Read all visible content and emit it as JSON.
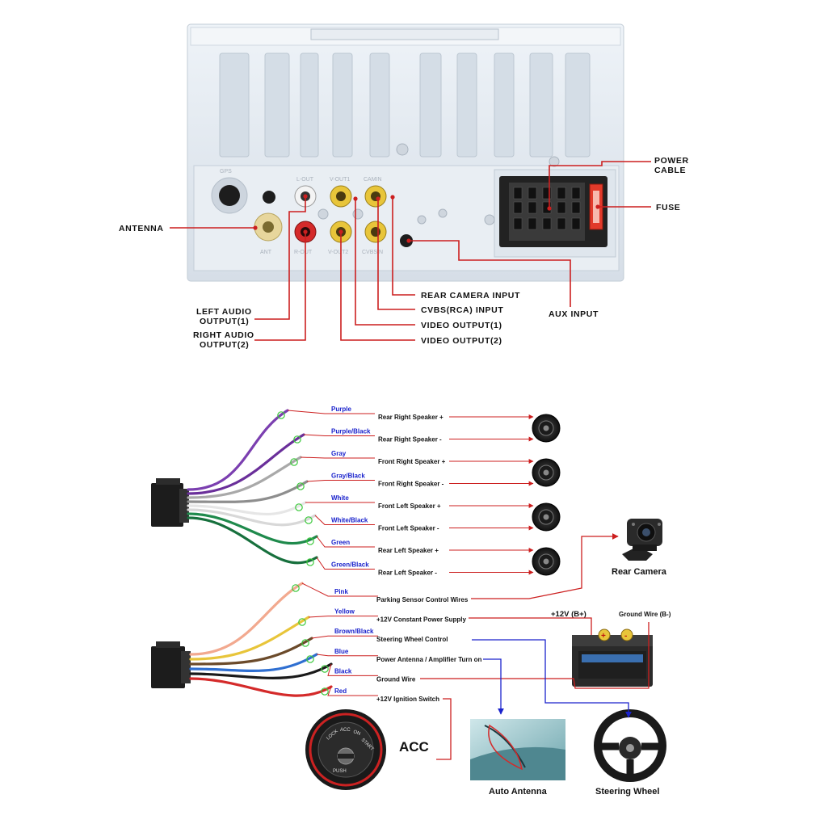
{
  "unit": {
    "ports": {
      "gps": "GPS",
      "ant": "ANT",
      "l_out": "L-OUT",
      "r_out": "R-OUT",
      "v_out1": "V-OUT1",
      "v_out2": "V-OUT2",
      "cam_in": "CAMIN",
      "cvbs_in": "CVBSIN"
    },
    "callouts": {
      "power_cable": [
        "POWER",
        "CABLE"
      ],
      "fuse": "FUSE",
      "antenna": "ANTENNA",
      "rear_camera_input": "REAR CAMERA INPUT",
      "cvbs_rca_input": "CVBS(RCA) INPUT",
      "video_output_1": "VIDEO OUTPUT(1)",
      "video_output_2": "VIDEO OUTPUT(2)",
      "aux_input": "AUX INPUT",
      "left_audio_output": [
        "LEFT AUDIO",
        "OUTPUT(1)"
      ],
      "right_audio_output": [
        "RIGHT AUDIO",
        "OUTPUT(2)"
      ]
    }
  },
  "harness": {
    "speaker_wires": [
      {
        "color": "Purple",
        "function": "Rear Right Speaker +",
        "hex": "#7b3fb0"
      },
      {
        "color": "Purple/Black",
        "function": "Rear Right Speaker -",
        "hex": "#6a2f9a"
      },
      {
        "color": "Gray",
        "function": "Front Right Speaker +",
        "hex": "#a9a9a9"
      },
      {
        "color": "Gray/Black",
        "function": "Front Right Speaker -",
        "hex": "#8e8e8e"
      },
      {
        "color": "White",
        "function": "Front Left Speaker +",
        "hex": "#e6e6e6"
      },
      {
        "color": "White/Black",
        "function": "Front Left Speaker -",
        "hex": "#d8d8d8"
      },
      {
        "color": "Green",
        "function": "Rear Left Speaker +",
        "hex": "#1f8a4c"
      },
      {
        "color": "Green/Black",
        "function": "Rear Left Speaker -",
        "hex": "#17703d"
      }
    ],
    "power_wires": [
      {
        "color": "Pink",
        "function": "Parking Sensor Control Wires",
        "hex": "#f2a98f"
      },
      {
        "color": "Yellow",
        "function": "+12V Constant Power Supply",
        "hex": "#e8c53a"
      },
      {
        "color": "Brown/Black",
        "function": "Steering Wheel Control",
        "hex": "#6b4a2a"
      },
      {
        "color": "Blue",
        "function": "Power Antenna / Amplifier Turn on",
        "hex": "#2f6fd1"
      },
      {
        "color": "Black",
        "function": "Ground Wire",
        "hex": "#1a1a1a"
      },
      {
        "color": "Red",
        "function": "+12V Ignition Switch",
        "hex": "#d42a2a"
      }
    ],
    "labels": {
      "rear_camera": "Rear Camera",
      "battery_plus": "+12V  (B+)",
      "ground_minus": "Ground Wire (B-)",
      "acc": "ACC",
      "auto_antenna": "Auto Antenna",
      "steering_wheel": "Steering Wheel",
      "ignition_words": [
        "LOCK",
        "ACC",
        "ON",
        "START",
        "PUSH"
      ]
    }
  },
  "colors": {
    "callout_line": "#cc1f1f",
    "wire_label": "#1a22cc",
    "arrow_blue": "#1a22cc",
    "unit_body": "#e3eaf1",
    "rca_yellow": "#e8c53a",
    "rca_red": "#d42a2a",
    "ok_mark": "#3cc93c"
  }
}
